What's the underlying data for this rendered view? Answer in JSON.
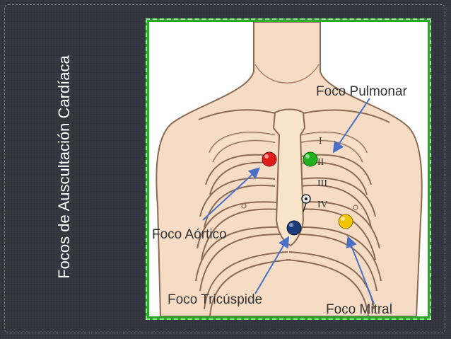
{
  "slide": {
    "title": "Focos de Auscultación Cardíaca"
  },
  "figure": {
    "labels": {
      "pulmonar": "Foco Pulmonar",
      "aortico": "Foco Aórtico",
      "tricuspide": "Foco Tricúspide",
      "mitral": "Foco Mitral"
    },
    "intercostal_spaces": [
      "I",
      "II",
      "III",
      "IV"
    ],
    "colors": {
      "aortico_dot": "#e01b1b",
      "pulmonar_dot": "#22b01f",
      "tricuspide_dot": "#1c3a78",
      "mitral_dot": "#f2c500",
      "skin": "#f6dcc4",
      "bone": "#f7e4c9",
      "outline": "#8a6a52",
      "arrow": "#4a6fc9",
      "label_text": "#333333",
      "frame": "#2fa52f"
    }
  }
}
